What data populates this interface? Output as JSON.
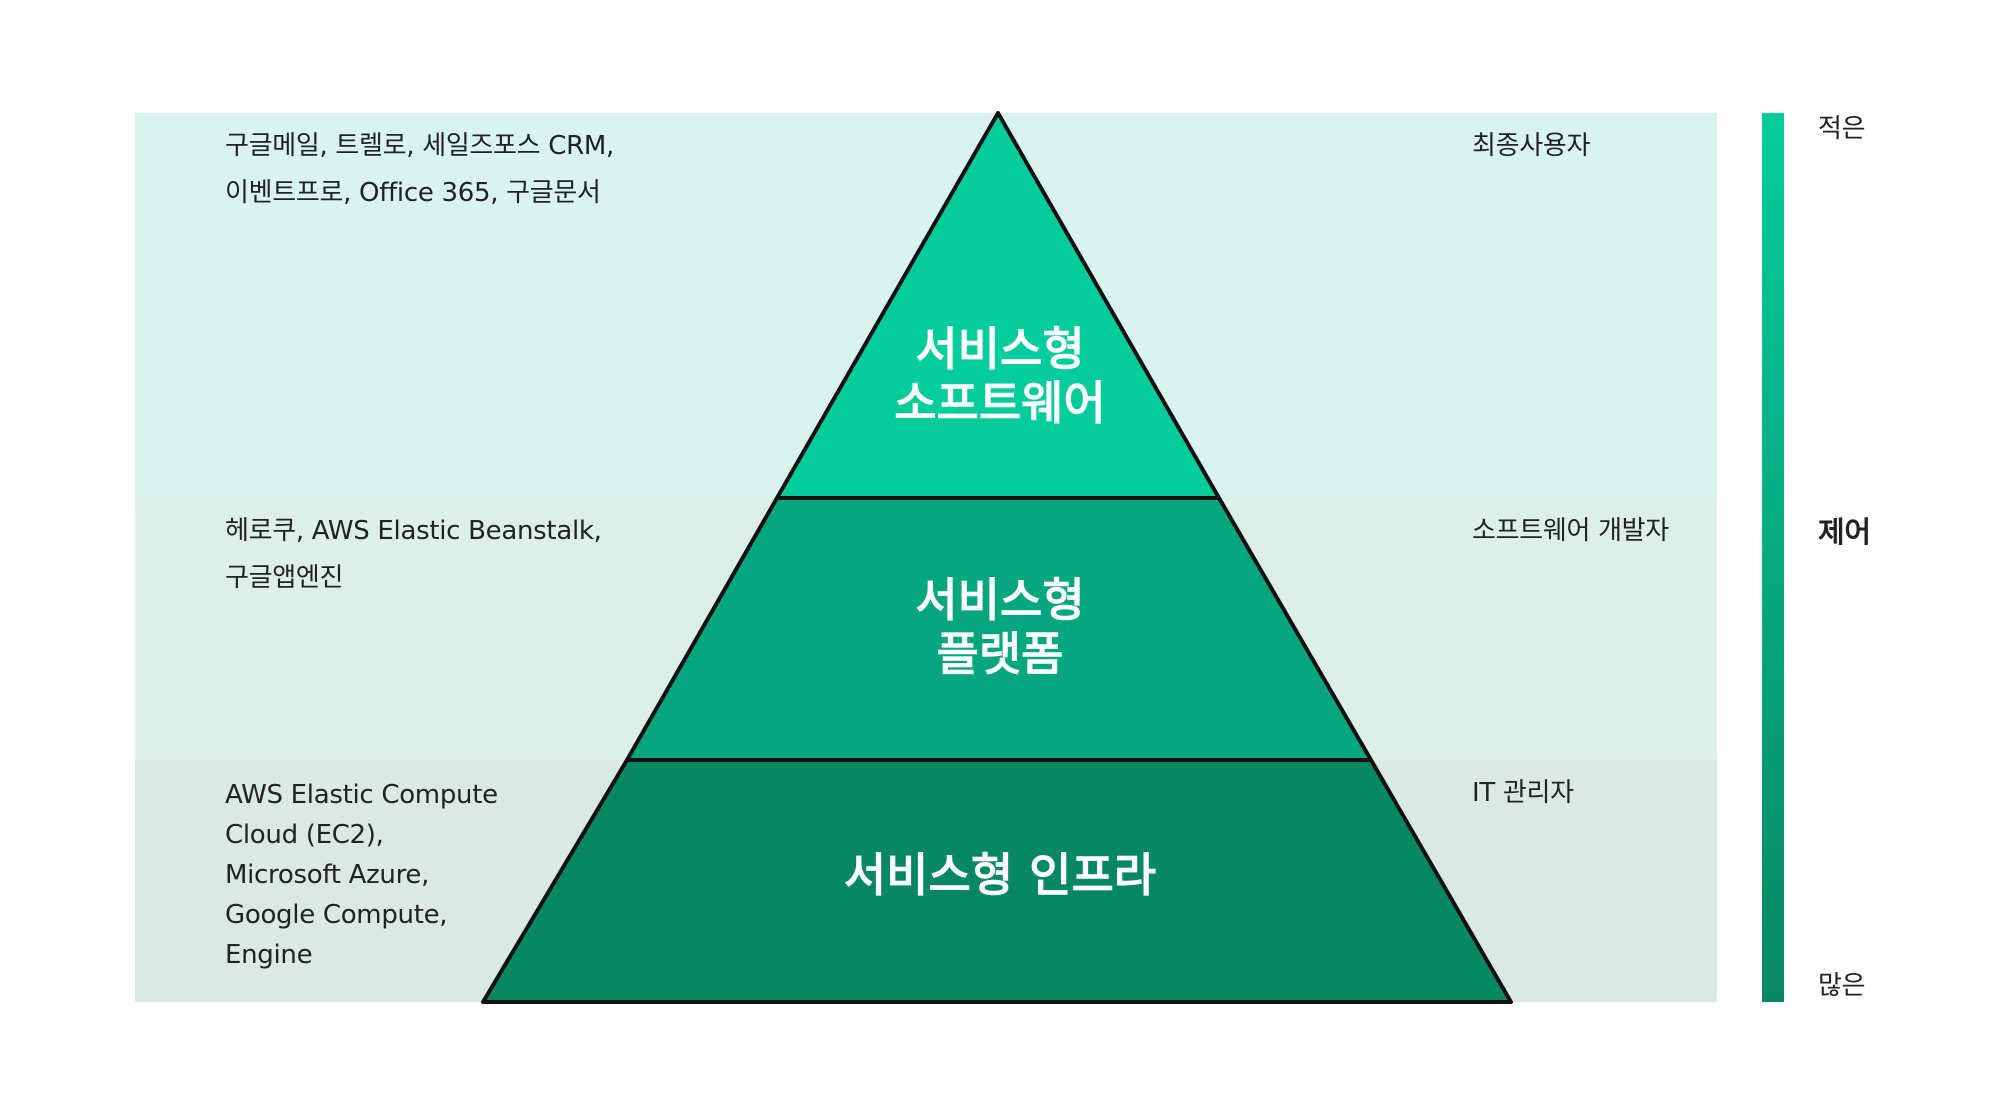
{
  "tiers": [
    {
      "title_line1": "서비스형",
      "title_line2": "소프트웨어",
      "examples": "구글메일, 트렐로, 세일즈포스 CRM,\n이벤트프로, Office 365, 구글문서",
      "role": "최종사용자",
      "fill": "#05cc9c"
    },
    {
      "title_line1": "서비스형",
      "title_line2": "플랫폼",
      "examples": "헤로쿠, AWS Elastic Beanstalk,\n구글앱엔진",
      "role": "소프트웨어 개발자",
      "fill": "#06a77f"
    },
    {
      "title_line1": "서비스형 인프라",
      "examples": "AWS Elastic Compute\nCloud (EC2),\nMicrosoft Azure,\nGoogle Compute,\nEngine",
      "role": "IT 관리자",
      "fill": "#078861"
    }
  ],
  "control_scale": {
    "top_label": "적은",
    "middle_label": "제어",
    "bottom_label": "많은"
  },
  "colors": {
    "band_top": "#d9f4ef",
    "band_mid": "#dcefe9",
    "band_bot": "#dae9e3",
    "outline": "#111111"
  }
}
